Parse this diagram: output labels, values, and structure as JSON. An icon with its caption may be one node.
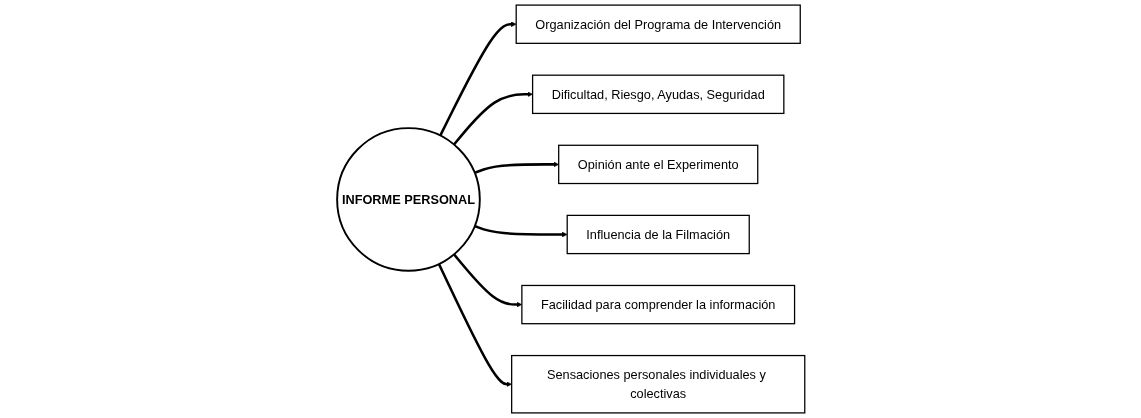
{
  "diagram": {
    "nodes": [
      {
        "text": [
          "Organización del Programa de Intervención"
        ]
      },
      {
        "text": [
          "Dificultad, Riesgo, Ayudas, Seguridad"
        ]
      },
      {
        "text": [
          "Opinión ante el Experimento"
        ]
      },
      {
        "text": [
          "INFORME PERSONAL"
        ]
      },
      {
        "text": [
          "Influencia de la Filmación"
        ]
      },
      {
        "text": [
          "Facilidad para comprender la información"
        ]
      },
      {
        "text": [
          "Sensaciones personales individuales y colectivas"
        ]
      }
    ],
    "edges": [
      {
        "from": 3,
        "to": 0,
        "arrow": "to"
      },
      {
        "from": 3,
        "to": 1,
        "arrow": "to"
      },
      {
        "from": 3,
        "to": 2,
        "arrow": "to"
      },
      {
        "from": 3,
        "to": 4,
        "arrow": "to"
      },
      {
        "from": 3,
        "to": 5,
        "arrow": "to"
      },
      {
        "from": 3,
        "to": 6,
        "arrow": "to"
      }
    ]
  }
}
